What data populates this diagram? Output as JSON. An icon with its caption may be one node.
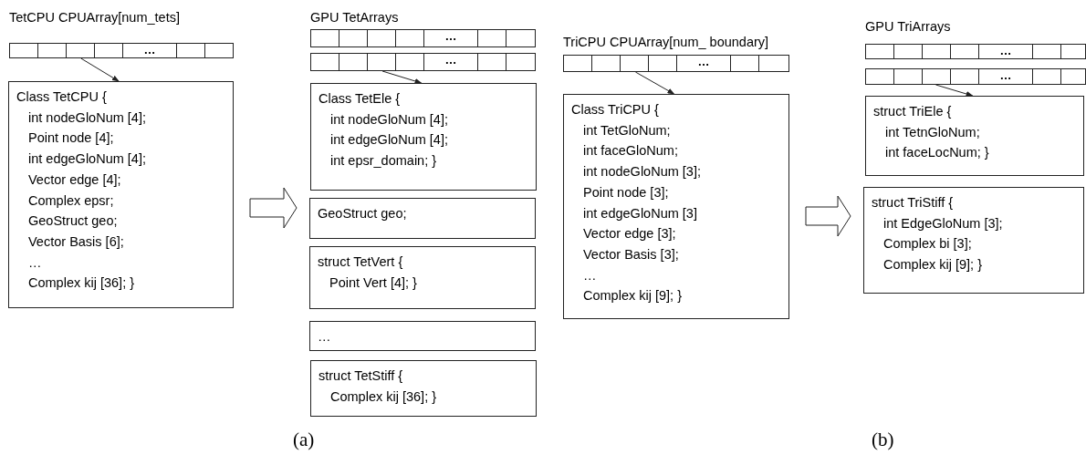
{
  "diagram": {
    "nodes": [
      {
        "text": [
          "TetCPU CPUArray[num_tets]",
          "…"
        ]
      },
      {
        "text": [
          "Class TetCPU {",
          "int nodeGloNum [4];",
          "Point node [4];",
          "int edgeGloNum [4];",
          "Vector edge [4];",
          "Complex epsr;",
          "GeoStruct geo;",
          "Vector Basis [6];",
          "…",
          "Complex kij [36]; }"
        ]
      },
      {
        "text": [
          "GPU TetArrays",
          "…"
        ]
      },
      {
        "text": [
          "…"
        ]
      },
      {
        "text": [
          "Class TetEle {",
          "int nodeGloNum [4];",
          "int edgeGloNum [4];",
          "int epsr_domain; }"
        ]
      },
      {
        "text": [
          "GeoStruct geo;"
        ]
      },
      {
        "text": [
          "struct TetVert {",
          "Point Vert [4]; }"
        ]
      },
      {
        "text": [
          "…"
        ]
      },
      {
        "text": [
          "struct TetStiff {",
          "Complex kij [36]; }"
        ]
      },
      {
        "text": [
          "TriCPU CPUArray[num_ boundary]",
          "…"
        ]
      },
      {
        "text": [
          "Class TriCPU {",
          "int TetGloNum;",
          "int faceGloNum;",
          "int nodeGloNum [3];",
          "Point node [3];",
          "int edgeGloNum [3]",
          "Vector edge [3];",
          "Vector Basis [3];",
          "…",
          "Complex kij [9]; }"
        ]
      },
      {
        "text": [
          "GPU TriArrays",
          "…"
        ]
      },
      {
        "text": [
          "…"
        ]
      },
      {
        "text": [
          "struct TriEle {",
          "int TetnGloNum;",
          "int faceLocNum; }"
        ]
      },
      {
        "text": [
          "struct TriStiff {",
          "int EdgeGloNum [3];",
          "Complex bi [3];",
          "Complex kij [9]; }"
        ]
      }
    ],
    "edges": [
      {
        "from": 0,
        "to": 1,
        "arrow": "to"
      },
      {
        "from": 1,
        "to": 5,
        "arrow": "to",
        "style": "thick"
      },
      {
        "from": 3,
        "to": 4,
        "arrow": "to"
      },
      {
        "from": 9,
        "to": 10,
        "arrow": "to"
      },
      {
        "from": 10,
        "to": 14,
        "arrow": "to",
        "style": "thick"
      },
      {
        "from": 12,
        "to": 13,
        "arrow": "to"
      }
    ],
    "labels": [
      "(a)",
      "(b)"
    ]
  }
}
